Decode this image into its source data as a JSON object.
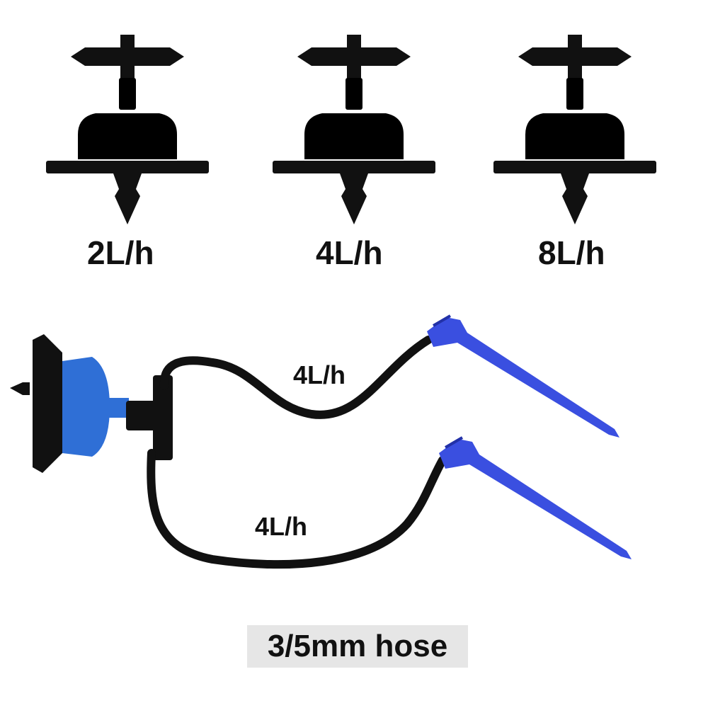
{
  "drippers": [
    {
      "label": "2L/h",
      "cap_color": "#f2cc00",
      "cap_icon": "yellow-dripper-icon"
    },
    {
      "label": "4L/h",
      "cap_color": "#1b1b1b",
      "cap_icon": "black-dripper-icon"
    },
    {
      "label": "8L/h",
      "cap_color": "#2f6fd6",
      "cap_icon": "blue-dripper-icon"
    }
  ],
  "assembly": {
    "branches": [
      {
        "label": "4L/h"
      },
      {
        "label": "4L/h"
      }
    ],
    "caption": "3/5mm hose",
    "stake_color": "#3a4fe0",
    "hose_color": "#111111"
  }
}
